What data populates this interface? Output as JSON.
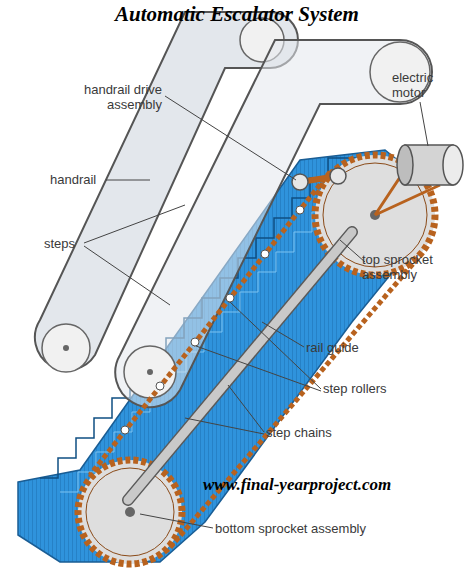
{
  "diagram": {
    "title": "Automatic Escalator System",
    "labels": [
      "handrail drive assembly",
      "electric motor",
      "handrail",
      "steps",
      "top sprocket assembly",
      "rail guide",
      "step rollers",
      "step chains",
      "www.final-yearproject.com",
      "bottom sprocket assembly"
    ]
  }
}
